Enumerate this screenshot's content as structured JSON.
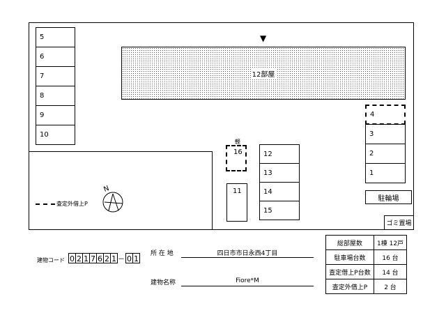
{
  "site": {
    "building_label": "12部屋",
    "entrance_arrow": "▼",
    "parking_left": [
      {
        "num": "5"
      },
      {
        "num": "6"
      },
      {
        "num": "7"
      },
      {
        "num": "8"
      },
      {
        "num": "9"
      },
      {
        "num": "10"
      }
    ],
    "parking_right": [
      {
        "num": "4",
        "dashed": true
      },
      {
        "num": "3"
      },
      {
        "num": "2"
      },
      {
        "num": "1"
      }
    ],
    "parking_middle": [
      {
        "num": "12"
      },
      {
        "num": "13"
      },
      {
        "num": "14"
      },
      {
        "num": "15"
      }
    ],
    "slot_11": "11",
    "slot_16": "16",
    "slot_16_mark": "軽",
    "bicycle_parking": "駐輪場",
    "garbage": "ゴミ置場",
    "legend_text": "査定外借上P",
    "compass_letter": "N"
  },
  "footer": {
    "code_label": "建物コード",
    "code_digits": [
      "0",
      "2",
      "1",
      "7",
      "6",
      "2",
      "1",
      "0",
      "1"
    ],
    "code_separator": "－",
    "address_label": "所 在 地",
    "address_value": "四日市市日永西4丁目",
    "name_label": "建物名称",
    "name_value": "Fiore*M",
    "table": [
      {
        "label": "総部屋数",
        "value": "1棟 12戸"
      },
      {
        "label": "駐車場台数",
        "value": "16 台"
      },
      {
        "label": "査定借上P台数",
        "value": "14 台"
      },
      {
        "label": "査定外借上P",
        "value": "2 台"
      }
    ]
  }
}
